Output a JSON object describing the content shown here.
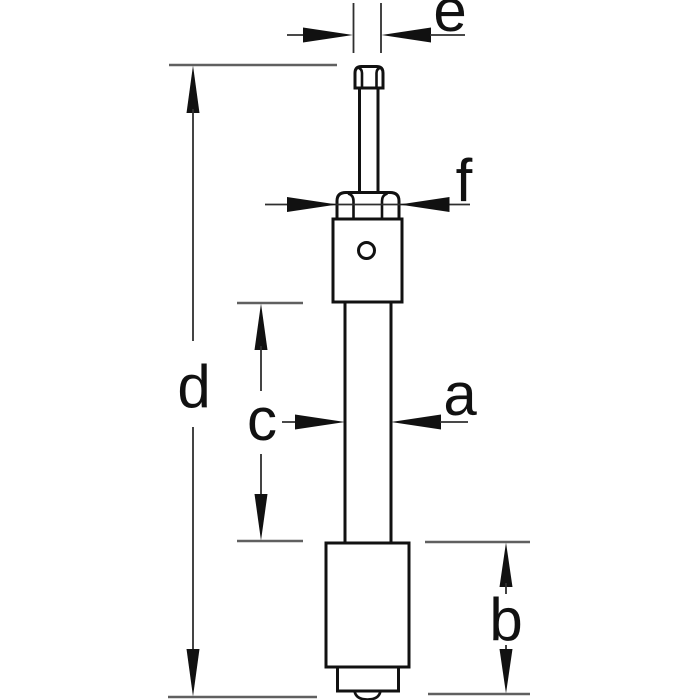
{
  "diagram": {
    "dimension_labels": {
      "a": "a",
      "b": "b",
      "c": "c",
      "d": "d",
      "e": "e",
      "f": "f"
    }
  },
  "colors": {
    "background": "#ffffff",
    "outline": "#111111",
    "dimension_line": "#2f2f2f",
    "tick_line": "#606060",
    "label_text": "#111111"
  }
}
